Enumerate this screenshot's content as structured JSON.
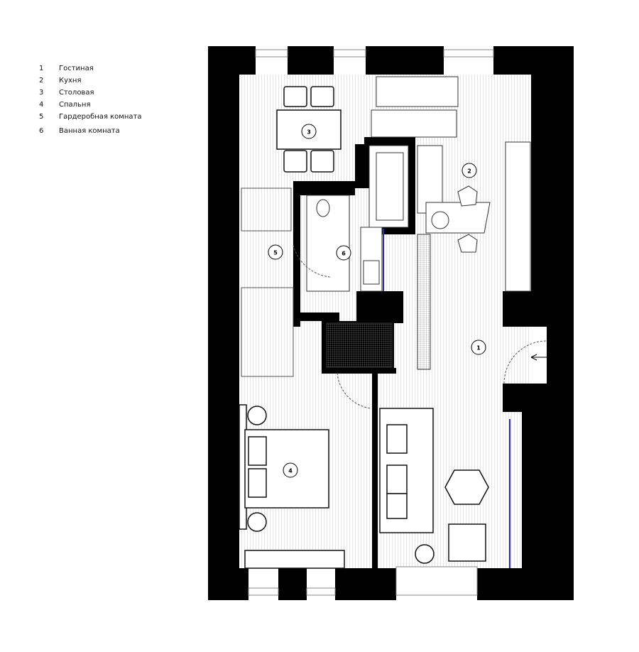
{
  "legend": [
    {
      "number": "1",
      "name": "Гостиная"
    },
    {
      "number": "2",
      "name": "Кухня"
    },
    {
      "number": "3",
      "name": "Столовая"
    },
    {
      "number": "4",
      "name": "Спальня"
    },
    {
      "number": "5",
      "name": "Гардеробная комната"
    },
    {
      "number": "6",
      "name": "Ванная комната"
    }
  ],
  "room_markers": [
    "1",
    "2",
    "3",
    "4",
    "5",
    "6"
  ],
  "colors": {
    "wall": "#000000",
    "accent_line": "#2a2aa8",
    "hatch": "#cfcfcf"
  }
}
